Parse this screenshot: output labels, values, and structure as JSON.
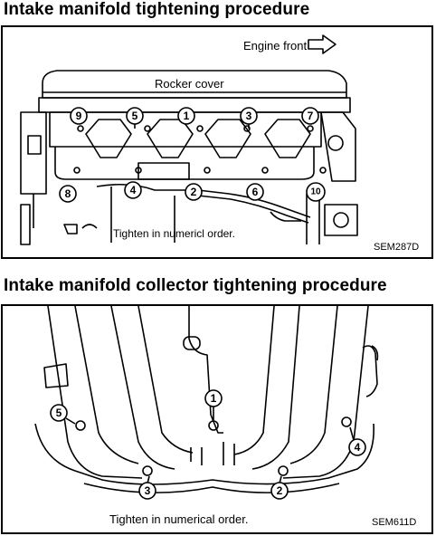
{
  "headings": {
    "intake": "Intake manifold tightening procedure",
    "collector": "Intake manifold collector tightening procedure"
  },
  "intake_panel": {
    "engine_front": "Engine front",
    "rocker_cover": "Rocker cover",
    "instruction": "Tighten in numericl order.",
    "code": "SEM287D",
    "bolts": [
      "9",
      "5",
      "1",
      "3",
      "7",
      "8",
      "4",
      "2",
      "6",
      "10"
    ]
  },
  "collector_panel": {
    "instruction": "Tighten in numerical order.",
    "code": "SEM611D",
    "bolts": [
      "1",
      "2",
      "3",
      "4",
      "5"
    ]
  },
  "colors": {
    "ink": "#000000",
    "paper": "#ffffff"
  }
}
